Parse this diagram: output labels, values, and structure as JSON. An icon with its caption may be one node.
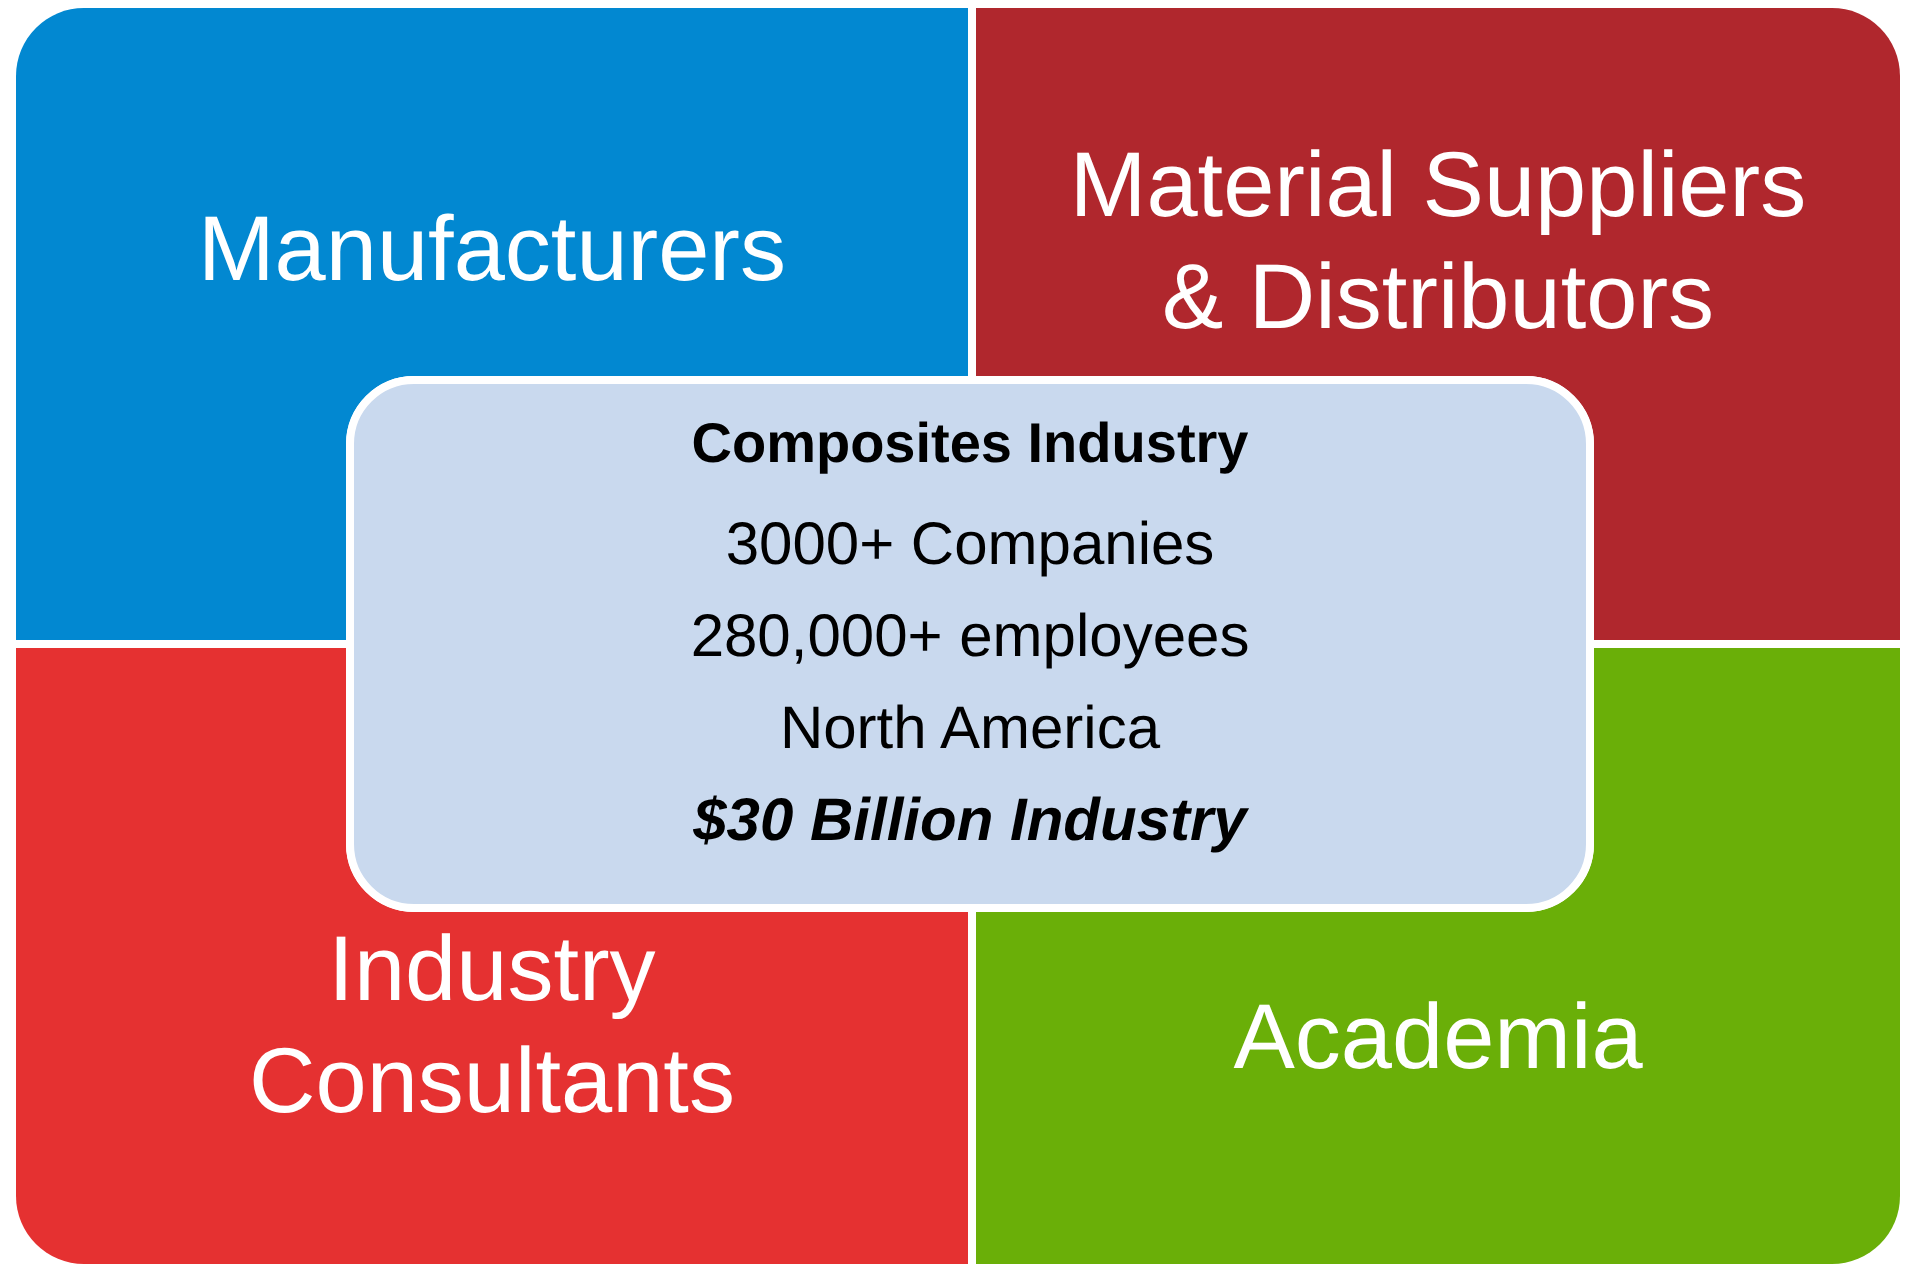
{
  "diagram": {
    "nodes": [
      {
        "text": [
          "Manufacturers"
        ]
      },
      {
        "text": [
          "Material Suppliers & Distributors"
        ]
      },
      {
        "text": [
          "Industry Consultants"
        ]
      },
      {
        "text": [
          "Academia"
        ]
      },
      {
        "text": [
          "Composites Industry",
          "3000+ Companies 280,000+ employees North America",
          "$30 Billion Industry"
        ]
      }
    ]
  }
}
